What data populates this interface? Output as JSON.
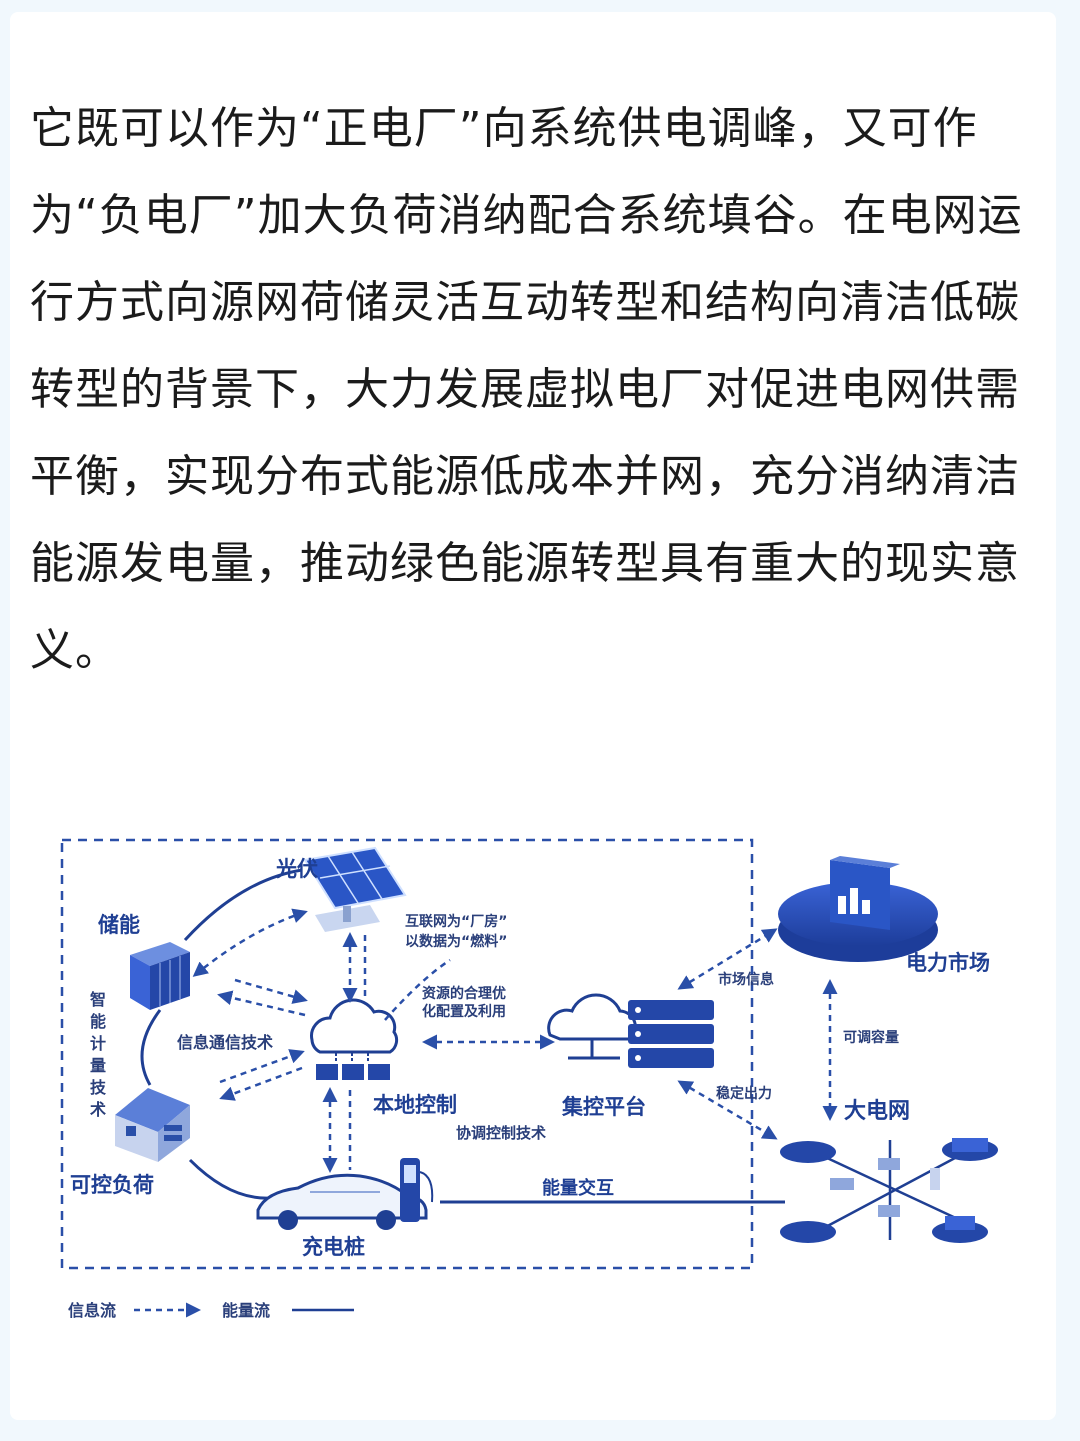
{
  "article": {
    "text": "它既可以作为“正电厂”向系统供电调峰，又可作为“负电厂”加大负荷消纳配合系统填谷。在电网运行方式向源网荷储灵活互动转型和结构向清洁低碳转型的背景下，大力发展虚拟电厂对促进电网供需平衡，实现分布式能源低成本并网，充分消纳清洁能源发电量，推动绿色能源转型具有重大的现实意义。"
  },
  "diagram": {
    "nodes": {
      "pv": "光伏",
      "storage": "储能",
      "smart_meter": [
        "智",
        "能",
        "计",
        "量",
        "技",
        "术"
      ],
      "controllable_load": "可控负荷",
      "local_control": "本地控制",
      "charging_pile": "充电桩",
      "central_platform": "集控平台",
      "power_market": "电力市场",
      "main_grid": "大电网"
    },
    "annotations": {
      "internet_line1": "互联网为“厂房”",
      "internet_line2": "以数据为“燃料”",
      "resource_line1": "资源的合理优",
      "resource_line2": "化配置及利用",
      "info_comm": "信息通信技术",
      "coordination": "协调控制技术",
      "market_info": "市场信息",
      "stable_output": "稳定出力",
      "adjustable_capacity": "可调容量",
      "energy_exchange": "能量交互"
    },
    "legend": {
      "info_flow": "信息流",
      "energy_flow": "能量流"
    },
    "colors": {
      "primary": "#1f3f93",
      "accent": "#2f5bd0",
      "dash": "#2a4fa8"
    }
  }
}
